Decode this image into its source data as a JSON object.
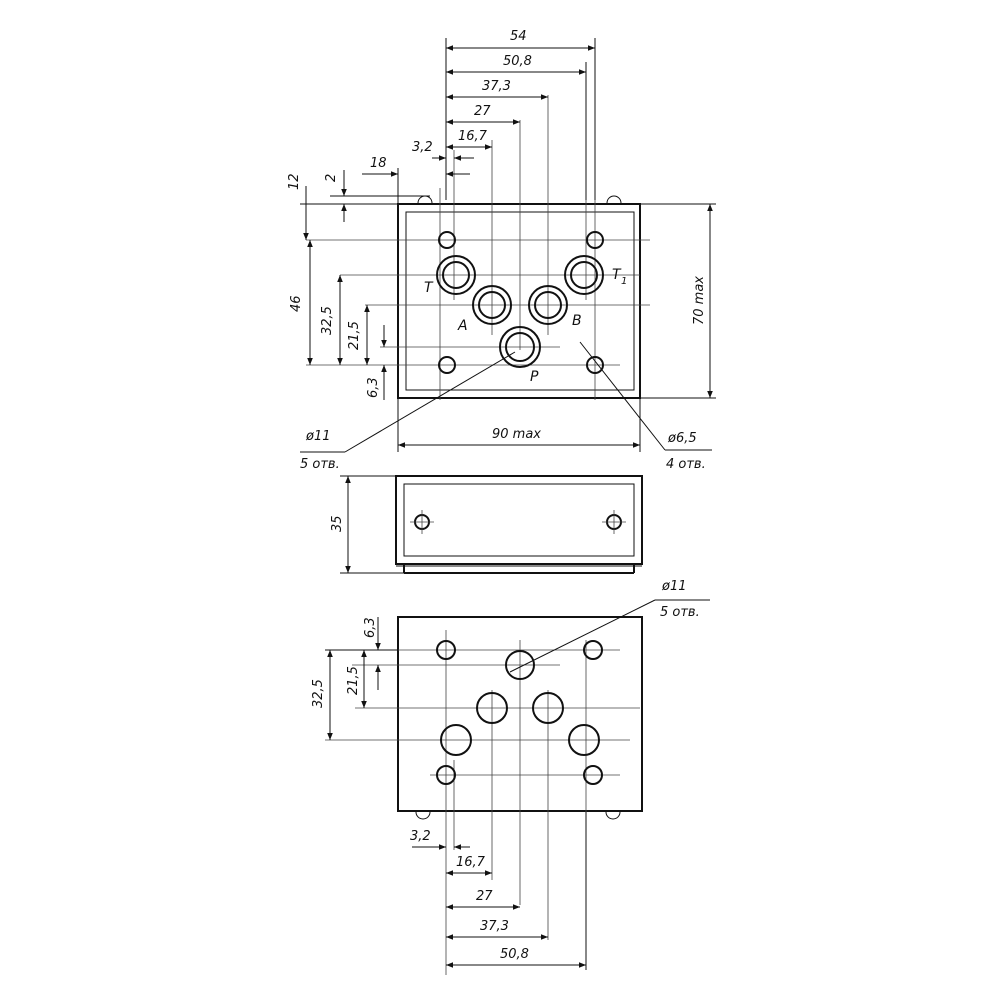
{
  "top_view": {
    "dims_top": [
      "54",
      "50,8",
      "37,3",
      "27",
      "16,7",
      "3,2",
      "18"
    ],
    "dims_left": [
      "12",
      "2",
      "46",
      "32,5",
      "21,5",
      "6,3"
    ],
    "dim_height": "70 max",
    "dim_width": "90 max",
    "ports": {
      "T": "T",
      "A": "A",
      "B": "B",
      "P": "P",
      "T1": "T",
      "T1_sub": "1"
    },
    "callout_big": {
      "dia": "ø11",
      "count": "5 отв."
    },
    "callout_small": {
      "dia": "ø6,5",
      "count": "4 отв."
    }
  },
  "side_view": {
    "dim_height": "35"
  },
  "bottom_view": {
    "dims_left": [
      "6,3",
      "21,5",
      "32,5"
    ],
    "dims_bottom": [
      "3,2",
      "16,7",
      "27",
      "37,3",
      "50,8"
    ],
    "callout": {
      "dia": "ø11",
      "count": "5 отв."
    }
  }
}
